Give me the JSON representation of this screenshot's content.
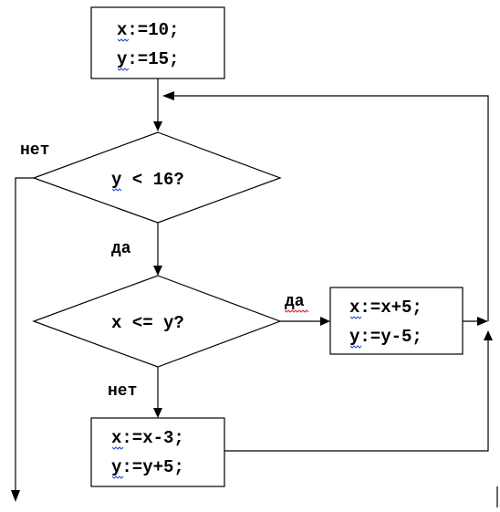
{
  "init_block": {
    "line1": "x:=10;",
    "line2": "y:=15;"
  },
  "condition1": {
    "text": "y < 16?",
    "yes_label": "да",
    "no_label": "нет"
  },
  "condition2": {
    "text": "x <= y?",
    "yes_label": "да",
    "no_label": "нет"
  },
  "yes_block": {
    "line1": "x:=x+5;",
    "line2": "y:=y-5;"
  },
  "no_block": {
    "line1": "x:=x-3;",
    "line2": "y:=y+5;"
  },
  "colors": {
    "spell_underline": "#2b4fd6",
    "grammar_underline": "#d62b2b"
  }
}
